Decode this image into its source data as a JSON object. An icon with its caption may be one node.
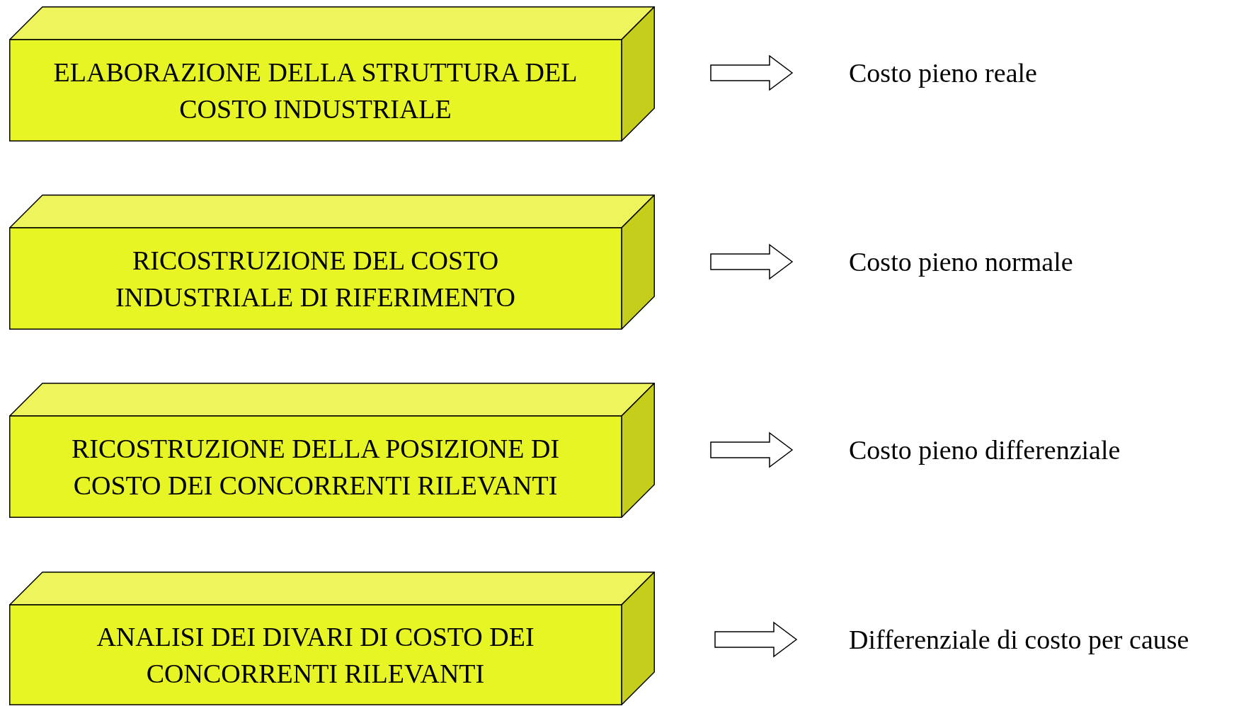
{
  "diagram": {
    "nodes": [
      {
        "text": [
          "ELABORAZIONE DELLA STRUTTURA DEL COSTO INDUSTRIALE"
        ]
      },
      {
        "text": [
          "Costo pieno reale"
        ]
      },
      {
        "text": [
          "RICOSTRUZIONE DEL COSTO INDUSTRIALE DI RIFERIMENTO"
        ]
      },
      {
        "text": [
          "Costo pieno normale"
        ]
      },
      {
        "text": [
          "RICOSTRUZIONE DELLA POSIZIONE DI COSTO DEI CONCORRENTI RILEVANTI"
        ]
      },
      {
        "text": [
          "Costo pieno differenziale"
        ]
      },
      {
        "text": [
          "ANALISI DEI DIVARI DI COSTO DEI CONCORRENTI RILEVANTI"
        ]
      },
      {
        "text": [
          "Differenziale di costo per cause"
        ]
      }
    ],
    "edges": [
      {
        "from": 0,
        "to": 1,
        "arrow": "to"
      },
      {
        "from": 2,
        "to": 3,
        "arrow": "to"
      },
      {
        "from": 4,
        "to": 5,
        "arrow": "to"
      },
      {
        "from": 6,
        "to": 7,
        "arrow": "to"
      }
    ]
  }
}
